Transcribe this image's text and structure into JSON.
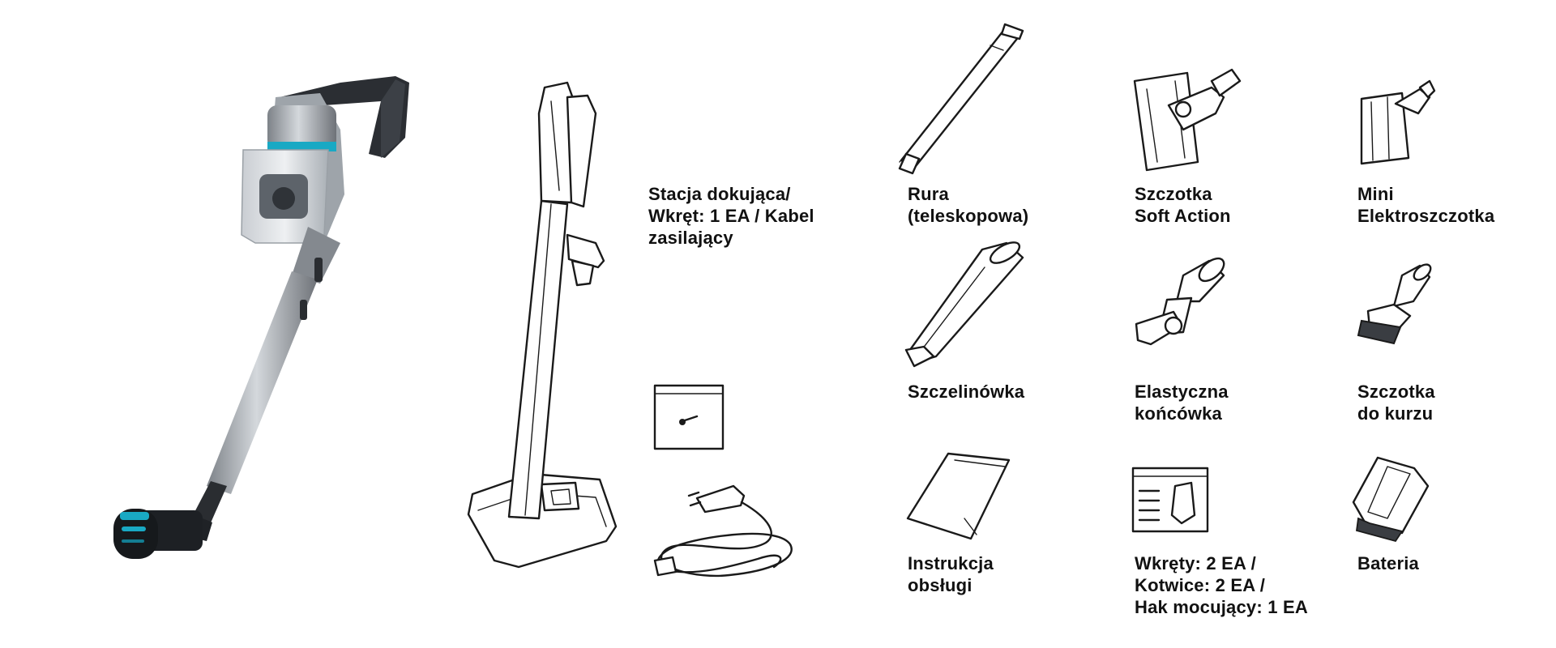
{
  "accent_color": "#19a9c4",
  "items": {
    "vacuum": {
      "icon": "stick-vacuum-icon"
    },
    "station": {
      "icon": "docking-station-icon",
      "label": [
        "Stacja dokująca/",
        "Wkręt: 1 EA / Kabel",
        "zasilający"
      ]
    },
    "screw_bag": {
      "icon": "screw-bag-icon"
    },
    "power_cable": {
      "icon": "power-cable-icon"
    },
    "pipe": {
      "icon": "telescopic-pipe-icon",
      "label": [
        "Rura",
        "(teleskopowa)"
      ]
    },
    "soft_action": {
      "icon": "soft-action-brush-icon",
      "label": [
        "Szczotka",
        "Soft Action"
      ]
    },
    "mini_brush": {
      "icon": "mini-motorized-brush-icon",
      "label": [
        "Mini",
        "Elektroszczotka"
      ]
    },
    "crevice": {
      "icon": "crevice-tool-icon",
      "label": [
        "Szczelinówka"
      ]
    },
    "flex_tool": {
      "icon": "flexible-tool-icon",
      "label": [
        "Elastyczna",
        "końcówka"
      ]
    },
    "dust_brush": {
      "icon": "dust-brush-icon",
      "label": [
        "Szczotka",
        "do kurzu"
      ]
    },
    "manual": {
      "icon": "user-manual-icon",
      "label": [
        "Instrukcja",
        "obsługi"
      ]
    },
    "mount_kit": {
      "icon": "mounting-kit-icon",
      "label": [
        "Wkręty: 2 EA  /",
        "Kotwice: 2 EA /",
        "Hak mocujący: 1 EA"
      ]
    },
    "battery": {
      "icon": "battery-icon",
      "label": [
        "Bateria"
      ]
    }
  }
}
